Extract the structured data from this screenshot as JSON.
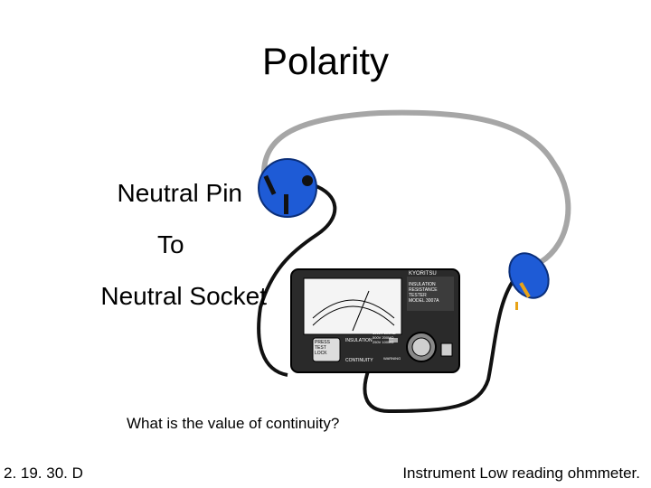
{
  "slide": {
    "title": "Polarity",
    "label_line1": "Neutral Pin",
    "label_line2": "To",
    "label_line3": "Neutral Socket",
    "question": "What is the value of continuity?",
    "slide_number": "2. 19. 30. D",
    "caption": "Instrument Low reading ohmmeter."
  },
  "meter": {
    "brand": "KYORITSU",
    "panel_text": [
      "INSULATION",
      "RESISTANCE",
      "TESTER",
      "MODEL 3007A"
    ],
    "buttons": [
      "PRESS",
      "TEST",
      "LOCK"
    ],
    "dial_labels": [
      "INSULATION",
      "CONTINUITY"
    ],
    "info_lines": [
      "1000V 500MΩ",
      "500V 200MΩ",
      "250V 100MΩ"
    ],
    "warning": "WARNING"
  },
  "colors": {
    "plug_blue": "#1e5bd6",
    "lead_gray": "#a6a6a6",
    "lead_black": "#111111",
    "meter_body": "#2a2a2a",
    "probe_yellow": "#e8a317"
  }
}
